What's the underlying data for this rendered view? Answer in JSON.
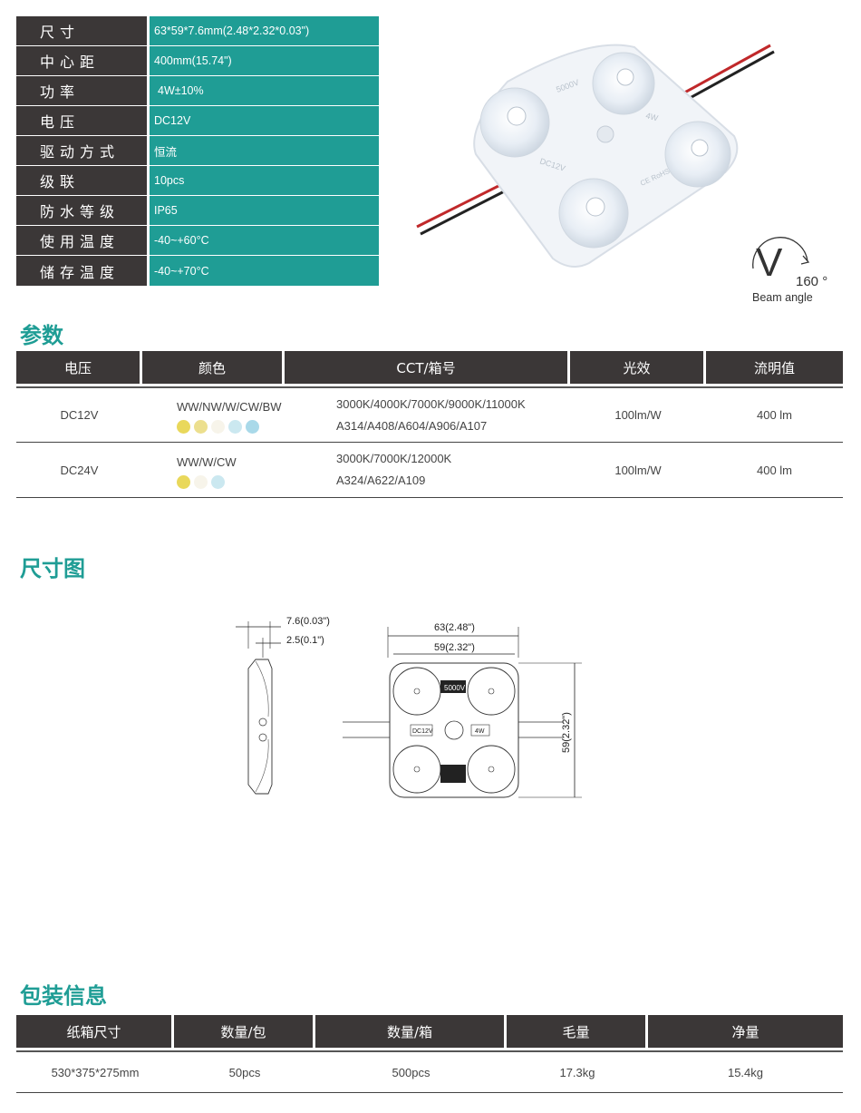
{
  "specs": [
    {
      "label": "尺寸",
      "value": "63*59*7.6mm(2.48*2.32*0.03\")"
    },
    {
      "label": "中心距",
      "value": "400mm(15.74\")"
    },
    {
      "label": "功率",
      "value": "4W±10%"
    },
    {
      "label": "电压",
      "value": "DC12V"
    },
    {
      "label": "驱动方式",
      "value": "恒流"
    },
    {
      "label": "级联",
      "value": "10pcs"
    },
    {
      "label": "防水等级",
      "value": "IP65"
    },
    {
      "label": "使用温度",
      "value": "-40~+60°C"
    },
    {
      "label": "储存温度",
      "value": "-40~+70°C"
    }
  ],
  "beam": {
    "symbol": "V",
    "degree": "160 °",
    "label": "Beam angle"
  },
  "product_marks": {
    "v1": "DC12V",
    "v2": "5000V",
    "w": "4W",
    "cert": "CE RoHS"
  },
  "sections": {
    "params": "参数",
    "dimensions": "尺寸图",
    "packaging": "包装信息"
  },
  "params_table": {
    "headers": [
      "电压",
      "颜色",
      "CCT/箱号",
      "光效",
      "流明值"
    ],
    "rows": [
      {
        "voltage": "DC12V",
        "colors_text": "WW/NW/W/CW/BW",
        "cct": "3000K/4000K/7000K/9000K/11000K",
        "bins": "A314/A408/A604/A906/A107",
        "efficacy": "100lm/W",
        "lumen": "400 lm",
        "dot_colors": [
          "#e9d85b",
          "#ecdf8e",
          "#f7f4ea",
          "#cbe8f0",
          "#a9d9e9"
        ]
      },
      {
        "voltage": "DC24V",
        "colors_text": "WW/W/CW",
        "cct": "3000K/7000K/12000K",
        "bins": "A324/A622/A109",
        "efficacy": "100lm/W",
        "lumen": "400 lm",
        "dot_colors": [
          "#e9d85b",
          "#f7f4ea",
          "#cbe8f0"
        ]
      }
    ]
  },
  "dimensions": {
    "thickness": "7.6(0.03\")",
    "lens": "2.5(0.1\")",
    "width_outer": "63(2.48\")",
    "width_inner": "59(2.32\")",
    "height": "59(2.32\")",
    "marks": {
      "v": "5000V",
      "dc": "DC12V",
      "w": "4W"
    }
  },
  "packaging_table": {
    "headers": [
      "纸箱尺寸",
      "数量/包",
      "数量/箱",
      "毛量",
      "净量"
    ],
    "rows": [
      {
        "box": "530*375*275mm",
        "per_bag": "50pcs",
        "per_box": "500pcs",
        "gross": "17.3kg",
        "net": "15.4kg"
      }
    ]
  },
  "colors": {
    "teal": "#1f9d95",
    "dark": "#3b3737"
  }
}
